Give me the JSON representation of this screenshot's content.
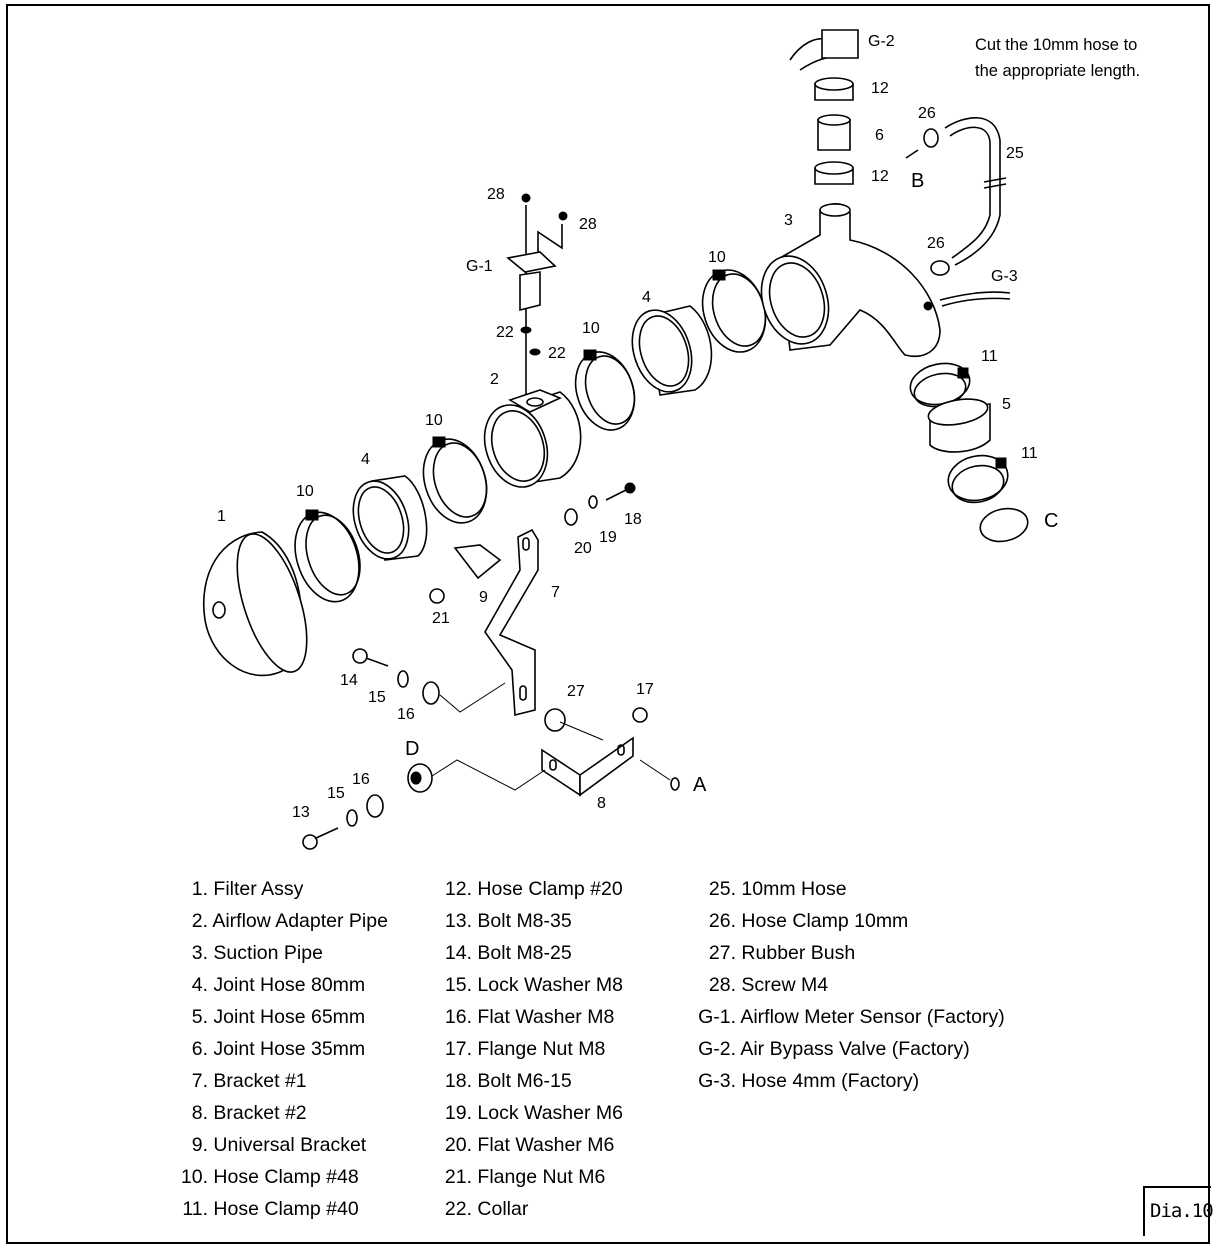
{
  "note": {
    "line1": "Cut the 10mm hose to",
    "line2": "the appropriate length."
  },
  "callouts": {
    "filter": "1",
    "adapter": "2",
    "suction": "3",
    "joint80_a": "4",
    "joint80_b": "4",
    "joint65": "5",
    "joint35": "6",
    "bracket1": "7",
    "bracket2": "8",
    "universal": "9",
    "clamp48_a": "10",
    "clamp48_b": "10",
    "clamp48_c": "10",
    "clamp48_d": "10",
    "clamp40_a": "11",
    "clamp40_b": "11",
    "clamp20_a": "12",
    "clamp20_b": "12",
    "bolt835": "13",
    "bolt825": "14",
    "lockm8_a": "15",
    "lockm8_b": "15",
    "flatm8_a": "16",
    "flatm8_b": "16",
    "flangem8": "17",
    "boltm6": "18",
    "lockm6": "19",
    "flatm6": "20",
    "flangem6": "21",
    "collar_a": "22",
    "collar_b": "22",
    "hose10": "25",
    "clamp10_a": "26",
    "clamp10_b": "26",
    "bush": "27",
    "screw_a": "28",
    "screw_b": "28",
    "g1": "G-1",
    "g2": "G-2",
    "g3": "G-3",
    "ref_a": "A",
    "ref_b": "B",
    "ref_c": "C",
    "ref_d": "D"
  },
  "legend": {
    "col1": [
      {
        "num": "1.",
        "name": "Filter Assy"
      },
      {
        "num": "2.",
        "name": "Airflow Adapter Pipe"
      },
      {
        "num": "3.",
        "name": "Suction Pipe"
      },
      {
        "num": "4.",
        "name": "Joint Hose 80mm"
      },
      {
        "num": "5.",
        "name": "Joint Hose 65mm"
      },
      {
        "num": "6.",
        "name": "Joint Hose 35mm"
      },
      {
        "num": "7.",
        "name": "Bracket #1"
      },
      {
        "num": "8.",
        "name": "Bracket #2"
      },
      {
        "num": "9.",
        "name": "Universal Bracket"
      },
      {
        "num": "10.",
        "name": "Hose Clamp #48"
      },
      {
        "num": "11.",
        "name": "Hose Clamp #40"
      }
    ],
    "col2": [
      {
        "num": "12.",
        "name": "Hose Clamp #20"
      },
      {
        "num": "13.",
        "name": "Bolt M8-35"
      },
      {
        "num": "14.",
        "name": "Bolt M8-25"
      },
      {
        "num": "15.",
        "name": "Lock Washer M8"
      },
      {
        "num": "16.",
        "name": "Flat Washer M8"
      },
      {
        "num": "17.",
        "name": "Flange Nut M8"
      },
      {
        "num": "18.",
        "name": "Bolt M6-15"
      },
      {
        "num": "19.",
        "name": "Lock Washer M6"
      },
      {
        "num": "20.",
        "name": "Flat Washer M6"
      },
      {
        "num": "21.",
        "name": "Flange Nut M6"
      },
      {
        "num": "22.",
        "name": "Collar"
      }
    ],
    "col3": [
      {
        "num": "25.",
        "name": "10mm Hose"
      },
      {
        "num": "26.",
        "name": "Hose Clamp 10mm"
      },
      {
        "num": "27.",
        "name": "Rubber Bush"
      },
      {
        "num": "28.",
        "name": "Screw M4"
      },
      {
        "num": "G-1.",
        "name": "Airflow Meter Sensor (Factory)"
      },
      {
        "num": "G-2.",
        "name": "Air Bypass Valve (Factory)"
      },
      {
        "num": "G-3.",
        "name": "Hose 4mm (Factory)"
      }
    ]
  },
  "figure_id": "Dia.10"
}
